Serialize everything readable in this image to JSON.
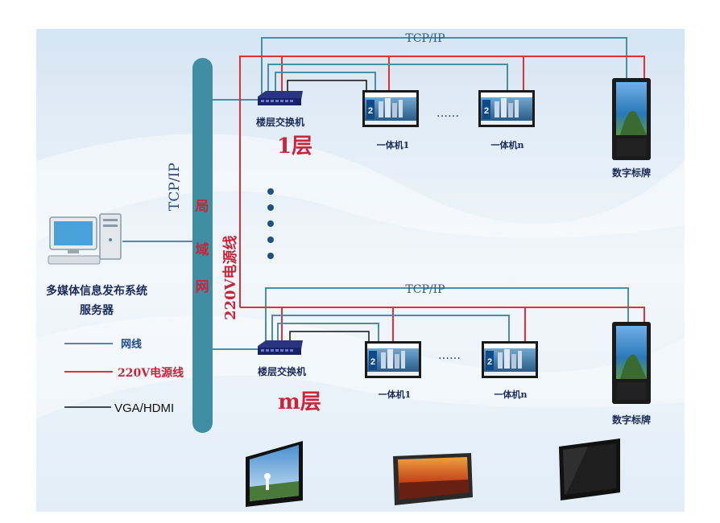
{
  "colors": {
    "bg_top": "#d9e6f2",
    "bg_bottom": "#eef4fa",
    "lan": "#4a8fa6",
    "power": "#e0303a",
    "vga": "#111111",
    "accent_red": "#c8243a",
    "bus": "#3f8ea4"
  },
  "icons": {
    "server": "desktop-computer-icon",
    "switch": "network-switch-icon",
    "kiosk": "all-in-one-display-icon",
    "signage": "digital-signage-totem-icon"
  },
  "labels": {
    "tcp_ip_top_1": "TCP/IP",
    "tcp_ip_top_2": "TCP/IP",
    "tcp_ip_vertical": "TCP/IP",
    "lan_chars": [
      "局",
      "域",
      "网"
    ],
    "power_vertical": "220V电源线",
    "switch_1": "楼层交换机",
    "switch_m": "楼层交换机",
    "floor_1": "1层",
    "floor_m": "m层",
    "kiosk_1_first": "一体机1",
    "kiosk_1_last": "一体机n",
    "kiosk_m_first": "一体机1",
    "kiosk_m_last": "一体机n",
    "ellipsis_1": "……",
    "ellipsis_m": "……",
    "signage_1": "数字标牌",
    "signage_m": "数字标牌",
    "server_line1": "多媒体信息发布系统",
    "server_line2": "服务器"
  },
  "legend": [
    {
      "label": "网线",
      "color": "#4a8fa6"
    },
    {
      "label": "220V电源线",
      "color": "#e0303a"
    },
    {
      "label": "VGA/HDMI",
      "color": "#111111"
    }
  ],
  "screen_text": {
    "kiosk_number": "2"
  }
}
